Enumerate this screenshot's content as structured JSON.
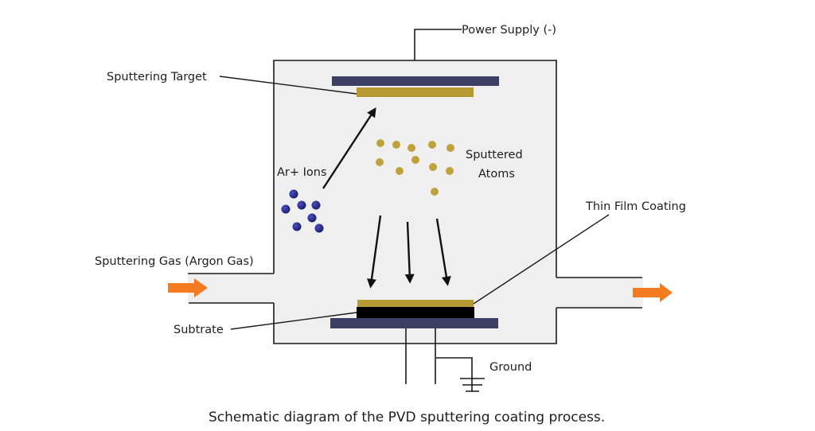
{
  "diagram": {
    "title": "PVD sputtering coating process",
    "caption": "Schematic diagram of the PVD sputtering coating process.",
    "labels": {
      "power_supply": "Power Supply (-)",
      "sputtering_target": "Sputtering Target",
      "ar_ions": "Ar+ Ions",
      "sputtered_atoms_line1": "Sputtered",
      "sputtered_atoms_line2": "Atoms",
      "thin_film_coating": "Thin Film Coating",
      "sputtering_gas": "Sputtering Gas (Argon Gas)",
      "substrate": "Subtrate",
      "ground": "Ground"
    },
    "colors": {
      "chamber_fill": "#efefef",
      "outline": "#1a1a1a",
      "electrode_plate": "#3c3f63",
      "target_gold": "#b59a34",
      "substrate": "#000000",
      "ar_ion": "#262a8a",
      "sputtered_atom": "#c0a23c",
      "gas_flow_arrow": "#f47c20"
    },
    "counts": {
      "ar_ions": 7,
      "sputtered_atoms": 11,
      "deposition_arrows": 3
    }
  }
}
